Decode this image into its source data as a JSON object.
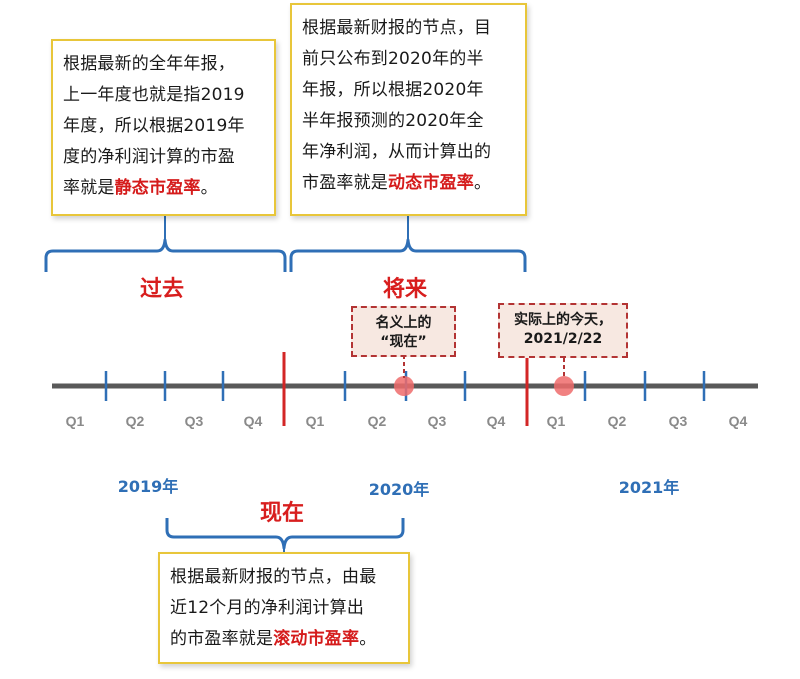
{
  "notes": {
    "static": {
      "lines": [
        "根据最新的全年年报，",
        "上一年度也就是指2019",
        "年度，所以根据2019年",
        "度的净利润计算的市盈"
      ],
      "last_prefix": "率就是",
      "highlight": "静态市盈率",
      "suffix": "。"
    },
    "dynamic": {
      "lines": [
        "根据最新财报的节点，目",
        "前只公布到2020年的半",
        "年报，所以根据2020年",
        "半年报预测的2020年全",
        "年净利润，从而计算出的"
      ],
      "last_prefix": "市盈率就是",
      "highlight": "动态市盈率",
      "suffix": "。"
    },
    "rolling": {
      "lines": [
        "根据最新财报的节点，由最",
        "近12个月的净利润计算出"
      ],
      "last_prefix": "的市盈率就是",
      "highlight": "滚动市盈率",
      "suffix": "。"
    }
  },
  "labels": {
    "past": "过去",
    "future": "将来",
    "now": "现在"
  },
  "callouts": {
    "nominal_line1": "名义上的",
    "nominal_line2": "“现在”",
    "actual_line1": "实际上的今天，",
    "actual_line2": "2021/2/22"
  },
  "quarters": [
    "Q1",
    "Q2",
    "Q3",
    "Q4",
    "Q1",
    "Q2",
    "Q3",
    "Q4",
    "Q1",
    "Q2",
    "Q3",
    "Q4"
  ],
  "years": [
    "2019年",
    "2020年",
    "2021年"
  ],
  "colors": {
    "axis": "#595959",
    "tick": "#2f6fb6",
    "bracket": "#2f6fb6",
    "marker_line": "#d32626",
    "emphasis": "#d81e1e",
    "note_border": "#e8c63a",
    "dot": "#ef6b6b"
  }
}
